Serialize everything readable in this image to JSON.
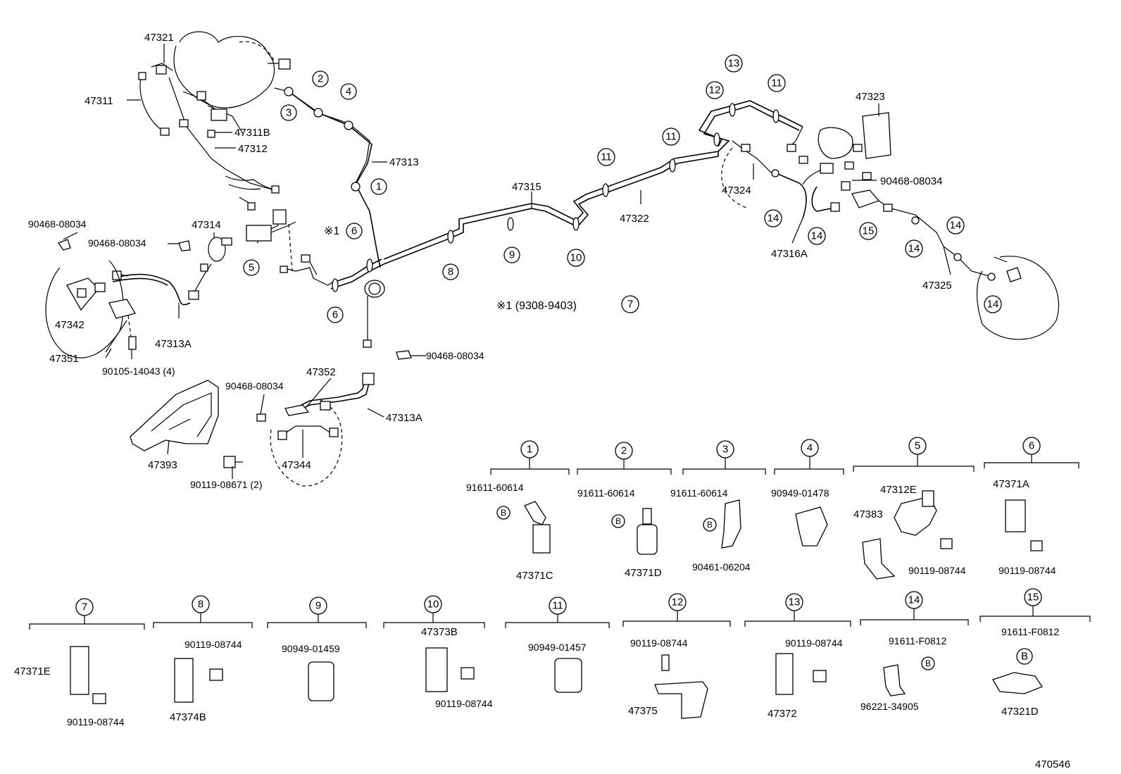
{
  "diagram": {
    "reference_code": "470546",
    "note": "※1 (9308-9403)",
    "note_circle": "7",
    "note_prefix": "※1",
    "note_prefix_circle": "6"
  },
  "callouts": {
    "c47321": "47321",
    "c47311": "47311",
    "c47311B": "47311B",
    "c47312": "47312",
    "c47313": "47313",
    "c47315": "47315",
    "c47322": "47322",
    "c47323": "47323",
    "c47324": "47324",
    "c47316A": "47316A",
    "c47325": "47325",
    "c47314": "47314",
    "c90468a": "90468-08034",
    "c90468b": "90468-08034",
    "c90468c": "90468-08034",
    "c90468d": "90468-08034",
    "c90468e": "90468-08034",
    "c47342": "47342",
    "c47351": "47351",
    "c47313A": "47313A",
    "c90105": "90105-14043 (4)",
    "c47352": "47352",
    "c47313A2": "47313A",
    "c47393": "47393",
    "c47344": "47344",
    "c90119_08671": "90119-08671 (2)"
  },
  "route_markers": [
    "1",
    "2",
    "3",
    "4",
    "5",
    "6",
    "7",
    "8",
    "9",
    "10",
    "11",
    "12",
    "13",
    "14",
    "15"
  ],
  "inset_groups": [
    {
      "id": "1",
      "parts": [
        "91611-60614",
        "47371C"
      ],
      "bolt": "B"
    },
    {
      "id": "2",
      "parts": [
        "91611-60614",
        "47371D"
      ],
      "bolt": "B"
    },
    {
      "id": "3",
      "parts": [
        "91611-60614",
        "90461-06204"
      ],
      "bolt": "B"
    },
    {
      "id": "4",
      "parts": [
        "90949-01478"
      ]
    },
    {
      "id": "5",
      "parts": [
        "47312E",
        "47383",
        "90119-08744"
      ]
    },
    {
      "id": "6",
      "parts": [
        "47371A",
        "90119-08744"
      ]
    },
    {
      "id": "7",
      "parts": [
        "47371E",
        "90119-08744"
      ]
    },
    {
      "id": "8",
      "parts": [
        "90119-08744",
        "47374B"
      ]
    },
    {
      "id": "9",
      "parts": [
        "90949-01459"
      ]
    },
    {
      "id": "10",
      "parts": [
        "47373B",
        "90119-08744"
      ]
    },
    {
      "id": "11",
      "parts": [
        "90949-01457"
      ]
    },
    {
      "id": "12",
      "parts": [
        "90119-08744",
        "47375"
      ]
    },
    {
      "id": "13",
      "parts": [
        "90119-08744",
        "47372"
      ]
    },
    {
      "id": "14",
      "parts": [
        "91611-F0812",
        "96221-34905"
      ],
      "bolt": "B"
    },
    {
      "id": "15",
      "parts": [
        "91611-F0812",
        "47321D"
      ],
      "bolt": "B"
    }
  ]
}
